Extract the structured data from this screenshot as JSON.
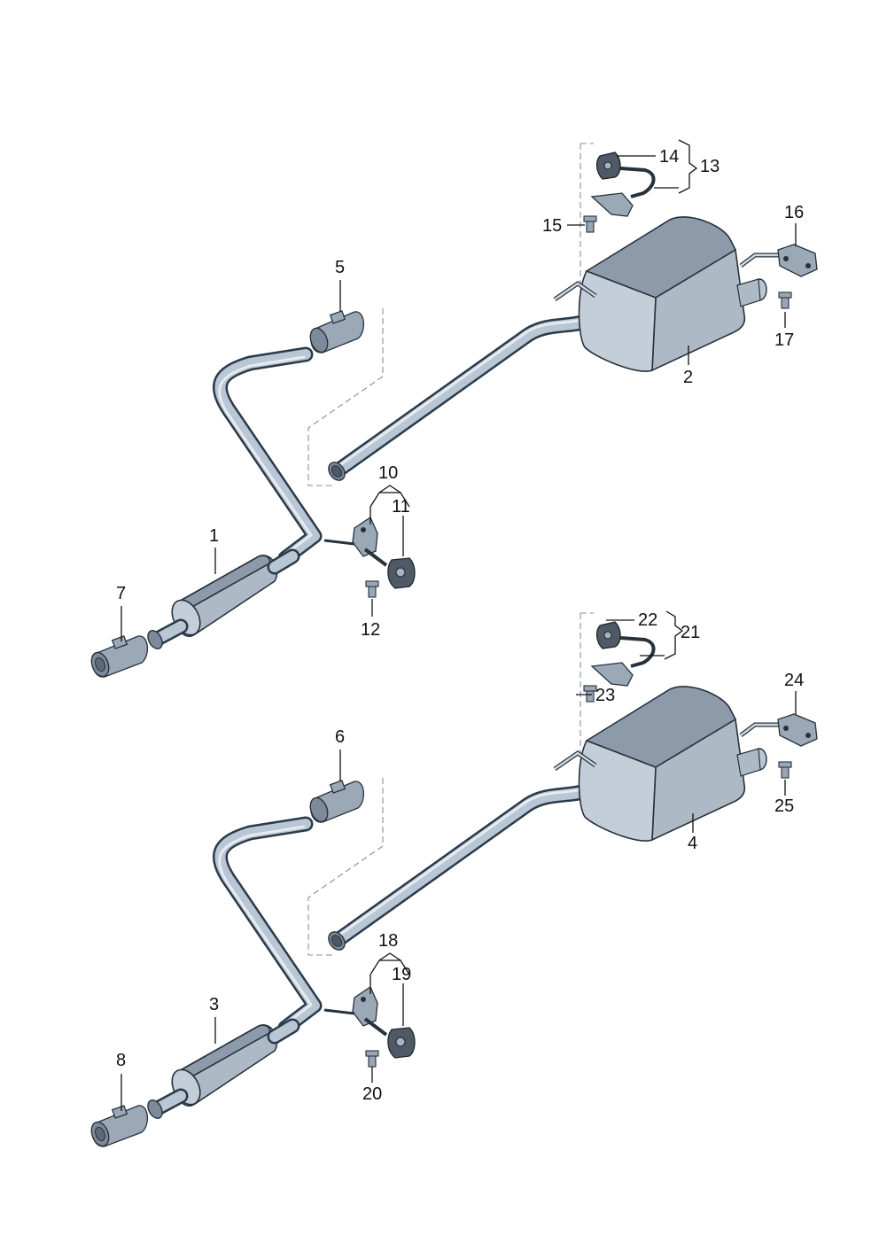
{
  "diagram": {
    "groups": [
      {
        "callouts": [
          {
            "id": "1",
            "text": "1"
          },
          {
            "id": "2",
            "text": "2"
          },
          {
            "id": "5",
            "text": "5"
          },
          {
            "id": "7",
            "text": "7"
          },
          {
            "id": "10",
            "text": "10"
          },
          {
            "id": "11",
            "text": "11"
          },
          {
            "id": "12",
            "text": "12"
          },
          {
            "id": "13",
            "text": "13"
          },
          {
            "id": "14",
            "text": "14"
          },
          {
            "id": "15",
            "text": "15"
          },
          {
            "id": "16",
            "text": "16"
          },
          {
            "id": "17",
            "text": "17"
          }
        ]
      },
      {
        "callouts": [
          {
            "id": "3",
            "text": "3"
          },
          {
            "id": "4",
            "text": "4"
          },
          {
            "id": "6",
            "text": "6"
          },
          {
            "id": "8",
            "text": "8"
          },
          {
            "id": "18",
            "text": "18"
          },
          {
            "id": "19",
            "text": "19"
          },
          {
            "id": "20",
            "text": "20"
          },
          {
            "id": "21",
            "text": "21"
          },
          {
            "id": "22",
            "text": "22"
          },
          {
            "id": "23",
            "text": "23"
          },
          {
            "id": "24",
            "text": "24"
          },
          {
            "id": "25",
            "text": "25"
          }
        ]
      }
    ]
  },
  "colors": {
    "pipe": "#b9c6d3",
    "outline": "#27323d",
    "rubber": "#4f5a66",
    "leader": "#111111"
  }
}
